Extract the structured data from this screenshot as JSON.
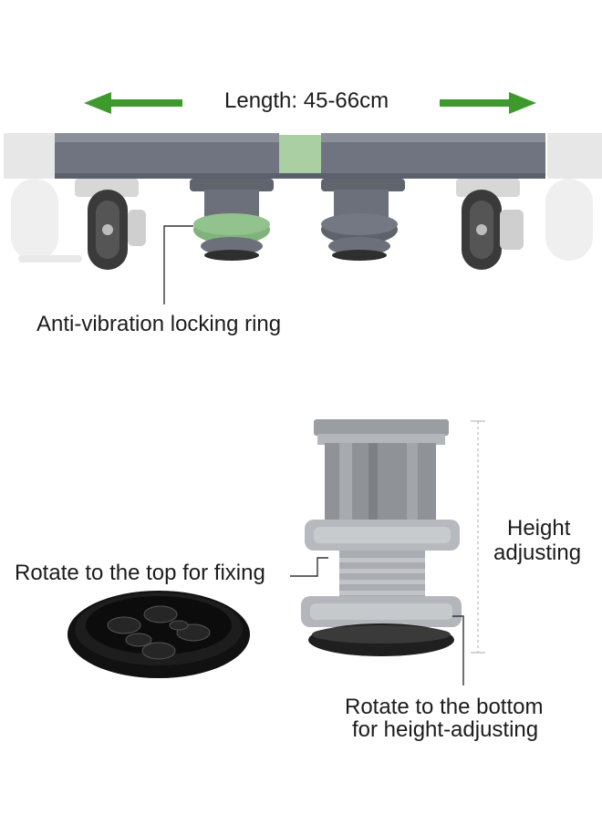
{
  "top_panel": {
    "length_label": "Length: 45-66cm",
    "ring_label": "Anti-vibration locking ring"
  },
  "bottom_panel": {
    "height_label_line1": "Height",
    "height_label_line2": "adjusting",
    "top_fix_label": "Rotate to the top for fixing",
    "bottom_label_line1": "Rotate to the bottom",
    "bottom_label_line2": "for height-adjusting"
  },
  "colors": {
    "arrow_green": "#3f9a2e",
    "ring_green": "#7fb37a",
    "frame_gray": "#6f7480",
    "light_gray": "#dcdcdc",
    "foot_gray": "#a6a9ad"
  }
}
